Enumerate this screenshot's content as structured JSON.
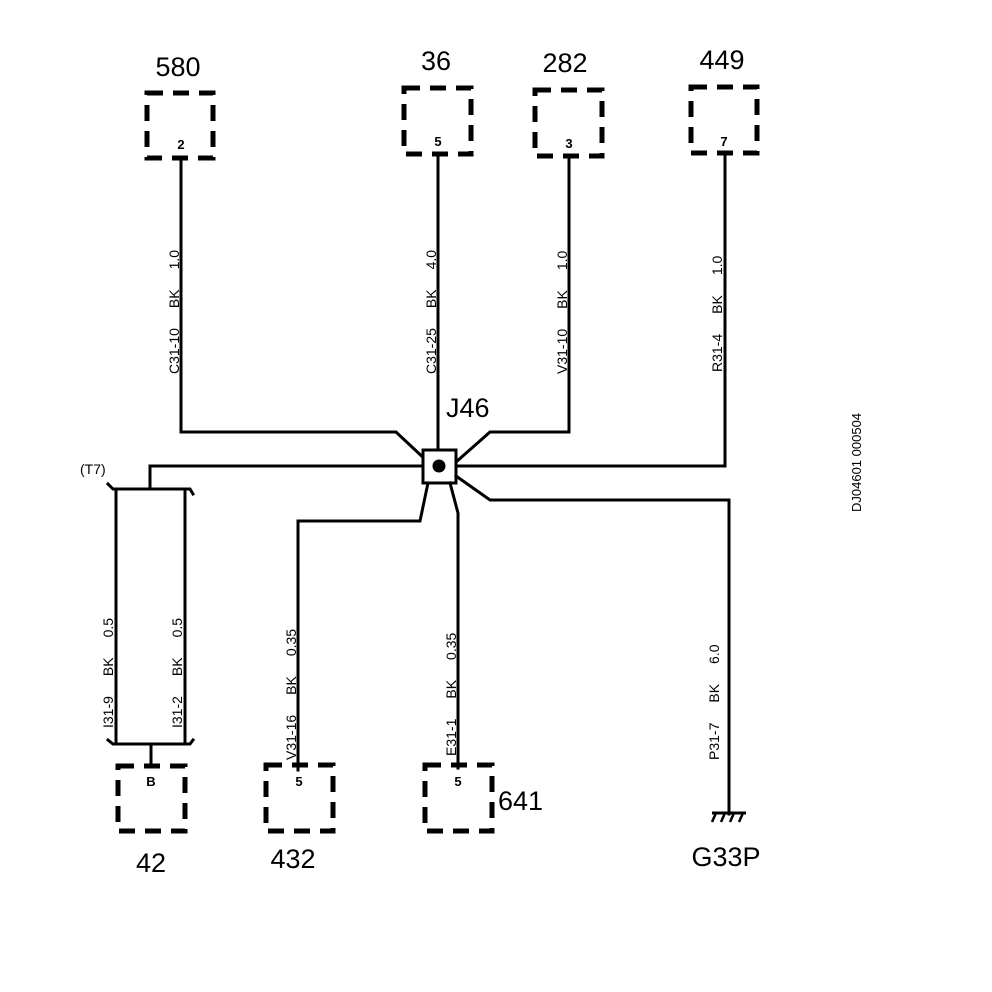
{
  "diagram": {
    "side_code": "DJ04601 000504",
    "splice": {
      "label": "J46"
    },
    "branch": {
      "label": "(T7)"
    },
    "ground": {
      "label": "G33P"
    },
    "components_top": [
      {
        "id": "580",
        "pin": "2"
      },
      {
        "id": "36",
        "pin": "5"
      },
      {
        "id": "282",
        "pin": "3"
      },
      {
        "id": "449",
        "pin": "7"
      }
    ],
    "components_bottom": [
      {
        "id": "42",
        "pin": "B"
      },
      {
        "id": "432",
        "pin": "5"
      },
      {
        "id": "641",
        "pin": "5"
      }
    ],
    "wires": [
      {
        "circuit": "C31-10",
        "color": "BK",
        "size": "1.0"
      },
      {
        "circuit": "C31-25",
        "color": "BK",
        "size": "4.0"
      },
      {
        "circuit": "V31-10",
        "color": "BK",
        "size": "1.0"
      },
      {
        "circuit": "R31-4",
        "color": "BK",
        "size": "1.0"
      },
      {
        "circuit": "I31-9",
        "color": "BK",
        "size": "0.5"
      },
      {
        "circuit": "I31-2",
        "color": "BK",
        "size": "0.5"
      },
      {
        "circuit": "V31-16",
        "color": "BK",
        "size": "0.35"
      },
      {
        "circuit": "E31-1",
        "color": "BK",
        "size": "0.35"
      },
      {
        "circuit": "P31-7",
        "color": "BK",
        "size": "6.0"
      }
    ]
  }
}
